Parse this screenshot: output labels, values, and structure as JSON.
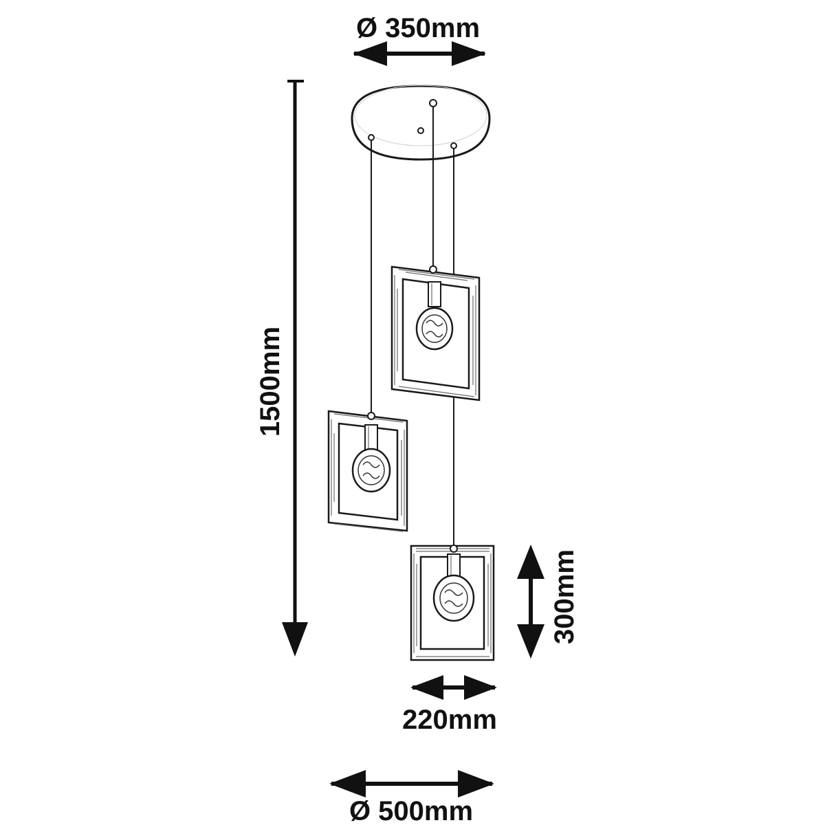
{
  "labels": {
    "canopy_diameter": "Ø 350mm",
    "total_height": "1500mm",
    "shade_height": "300mm",
    "shade_width": "220mm",
    "spread_diameter": "Ø 500mm"
  },
  "colors": {
    "ink": "#1a1a1a",
    "background": "#ffffff"
  }
}
